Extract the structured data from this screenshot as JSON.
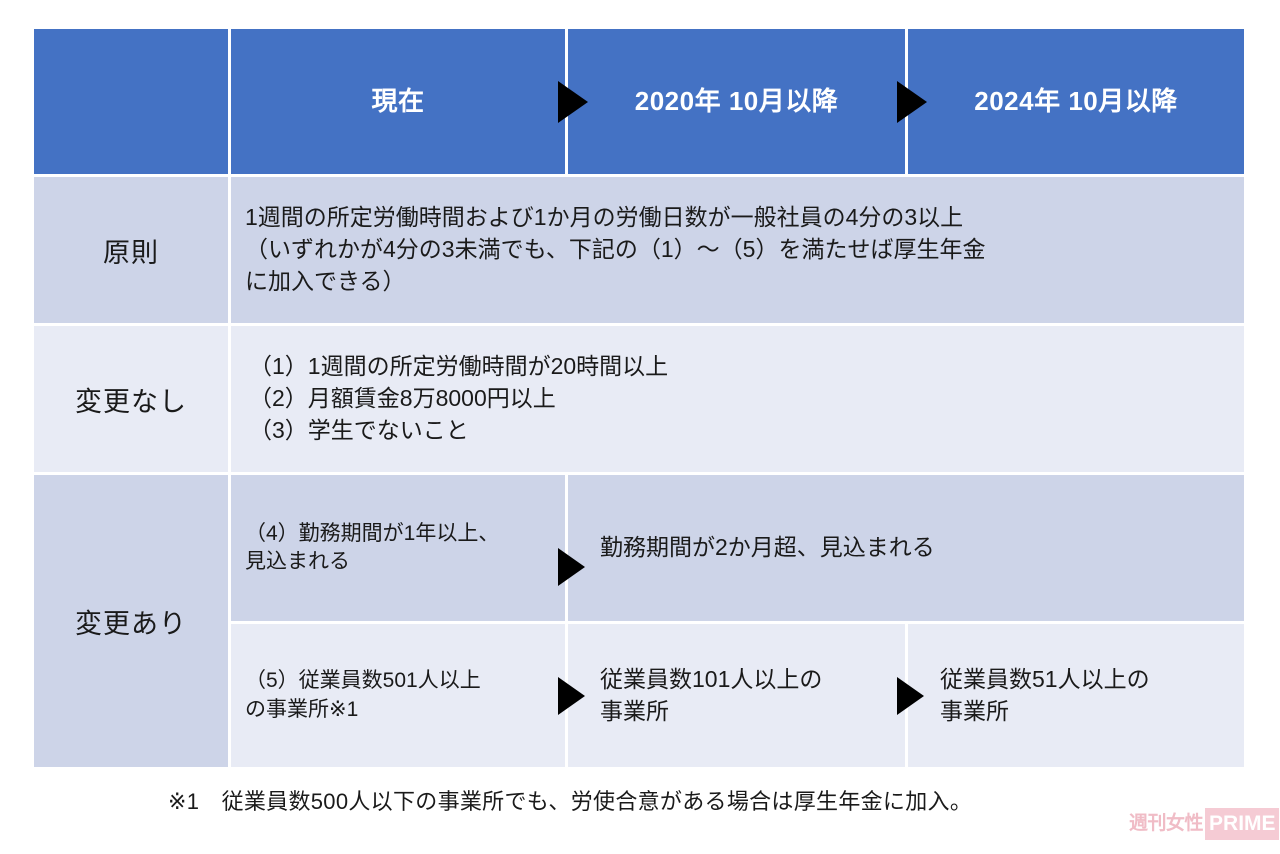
{
  "table": {
    "header": {
      "corner_label": "",
      "columns": [
        {
          "label": "現在"
        },
        {
          "label": "2020年\n10月以降"
        },
        {
          "label": "2024年\n10月以降"
        }
      ]
    },
    "rows": [
      {
        "label": "原則",
        "cells": [
          {
            "text": "1週間の所定労働時間および1か月の労働日数が一般社員の4分の3以上\n（いずれかが4分の3未満でも、下記の（1）〜（5）を満たせば厚生年金\nに加入できる）"
          }
        ]
      },
      {
        "label": "変更なし",
        "cells": [
          {
            "text": "（1）1週間の所定労働時間が20時間以上\n（2）月額賃金8万8000円以上\n（3）学生でないこと"
          }
        ]
      },
      {
        "label": "変更あり",
        "subrows": [
          {
            "current": "（4）勤務期間が1年以上、\n見込まれる",
            "y2020": "勤務期間が2か月超、見込まれる",
            "y2024": ""
          },
          {
            "current": "（5）従業員数501人以上\nの事業所※1",
            "y2020": "従業員数101人以上の\n事業所",
            "y2024": "従業員数51人以上の\n事業所"
          }
        ]
      }
    ]
  },
  "footnote": {
    "text": "※1　従業員数500人以下の事業所でも、労使合意がある場合は厚生年金に加入。"
  },
  "logo": {
    "jp": "週刊女性",
    "en": "PRIME"
  },
  "colors": {
    "header_blue": "#4472C4",
    "band_dark": "#CDD4E8",
    "band_light": "#E8EBF5",
    "arrow_black": "#000000",
    "logo_pink": "#F5C9D2",
    "text": "#1a1a1a"
  }
}
